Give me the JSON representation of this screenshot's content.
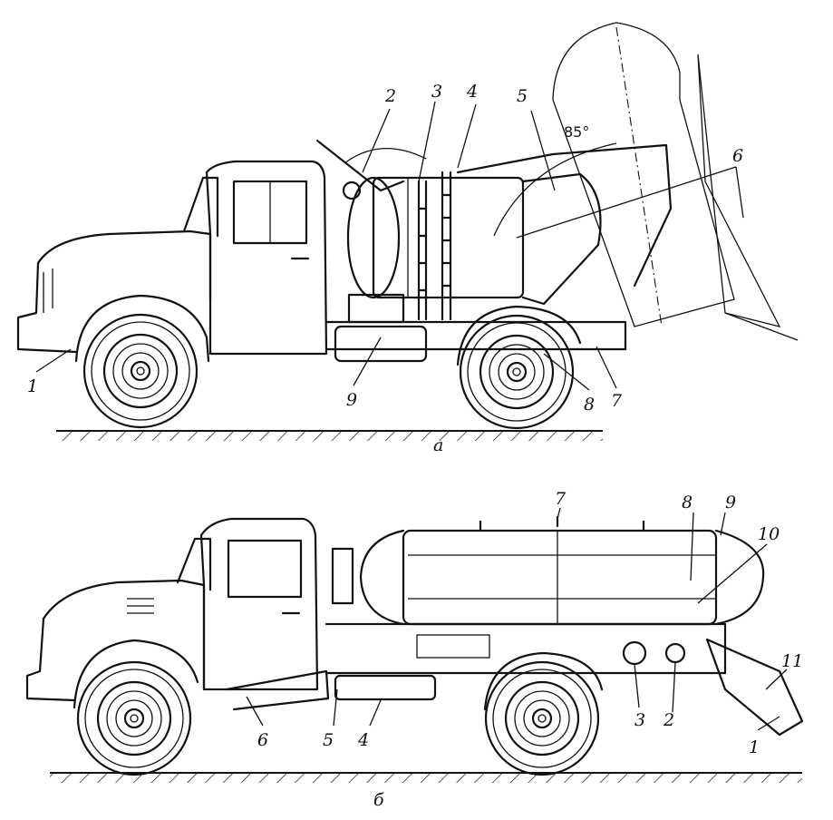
{
  "figure_a": {
    "caption": "а",
    "angle_label": "85°",
    "callouts": [
      "1",
      "2",
      "3",
      "4",
      "5",
      "6",
      "7",
      "8",
      "9"
    ]
  },
  "figure_b": {
    "caption": "б",
    "callouts": [
      "1",
      "2",
      "3",
      "4",
      "5",
      "6",
      "7",
      "8",
      "9",
      "10",
      "11"
    ]
  }
}
